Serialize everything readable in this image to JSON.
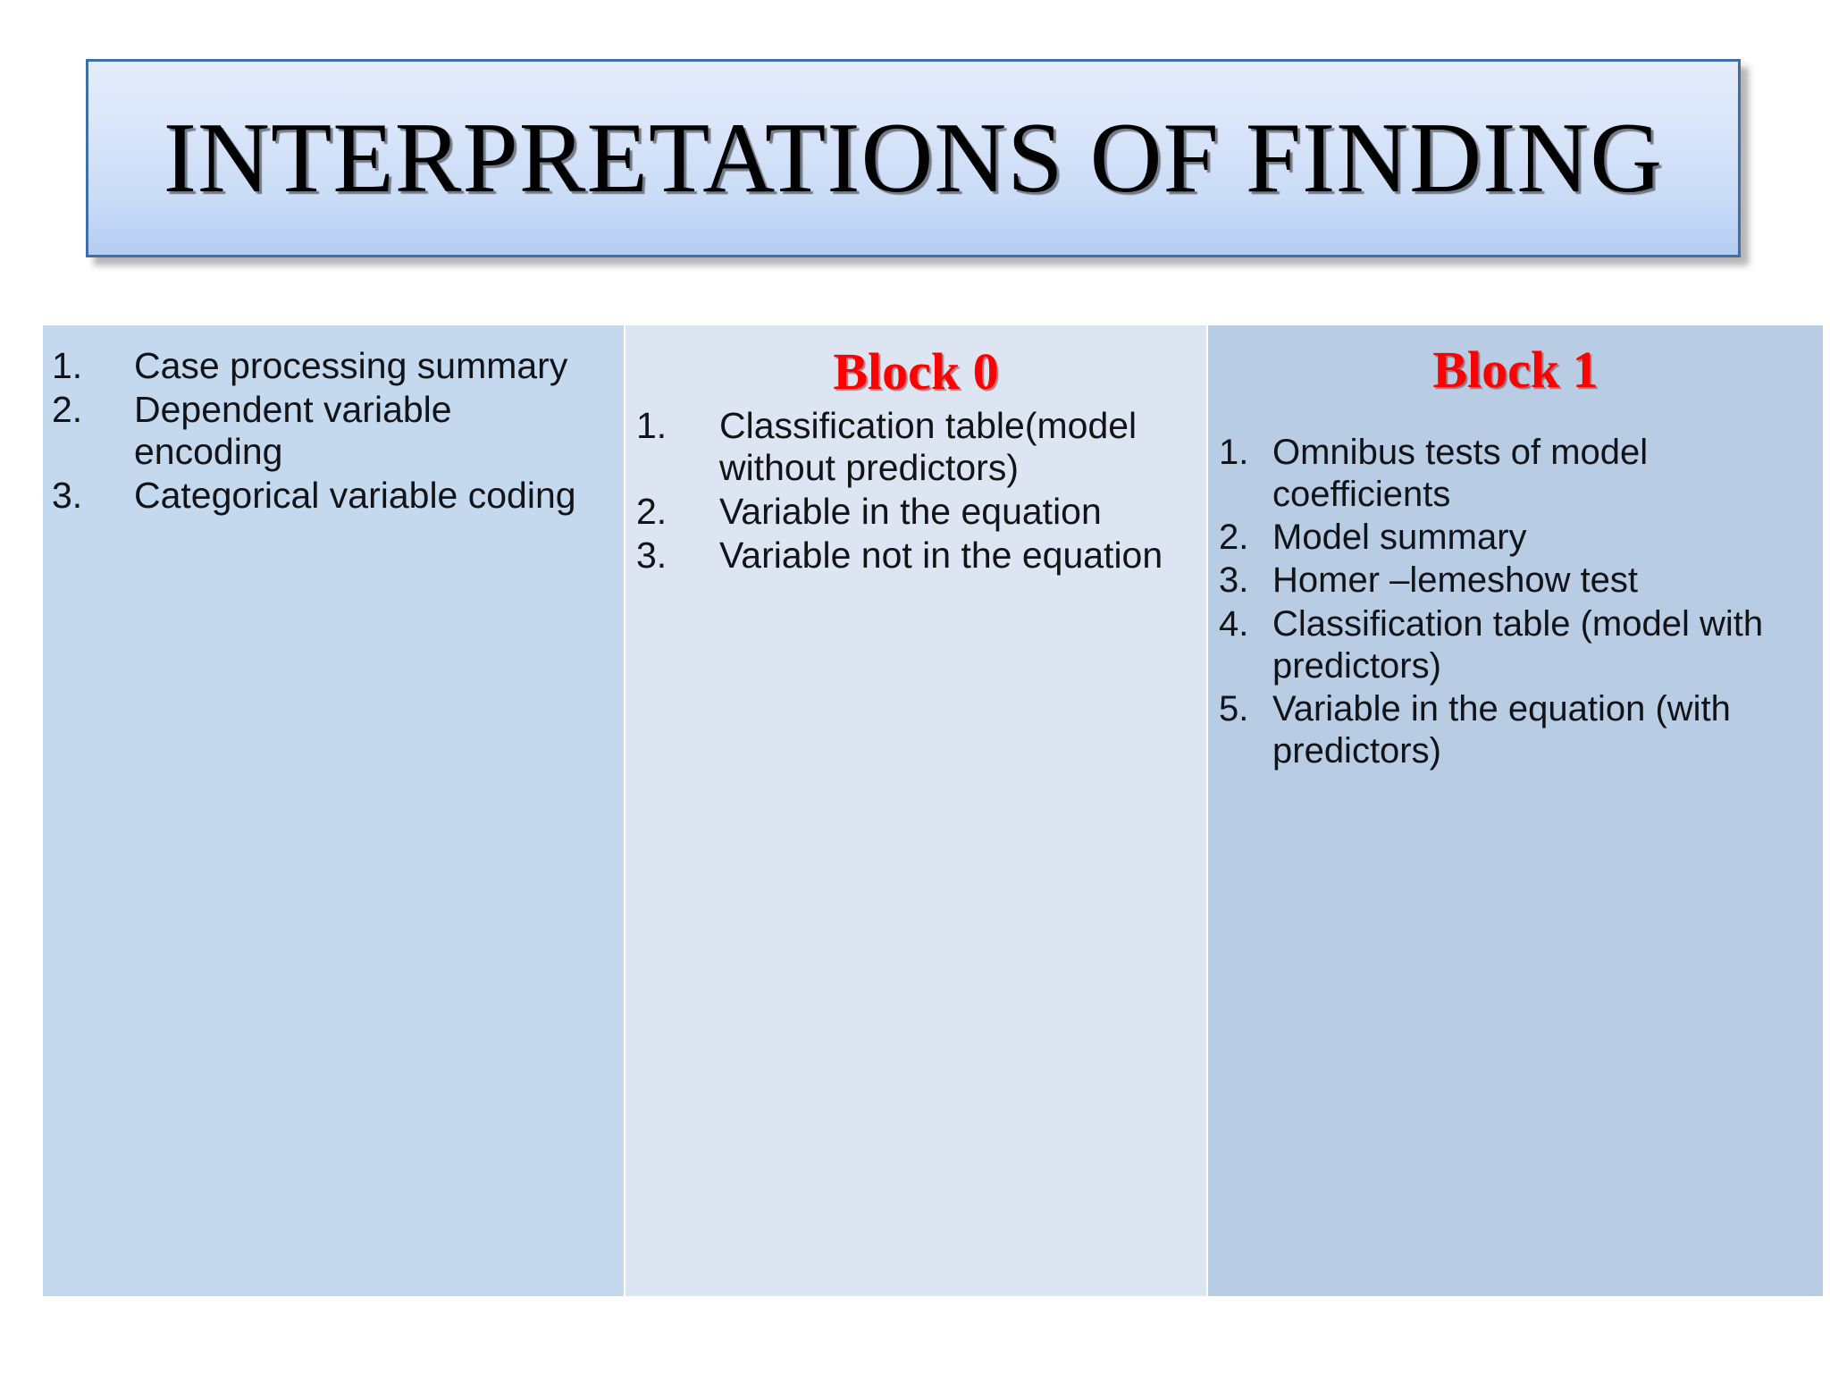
{
  "slide": {
    "title": "INTERPRETATIONS OF FINDING",
    "background_color": "#ffffff",
    "title_border_color": "#3f6fa8",
    "heading_color": "#ff0000"
  },
  "columns": [
    {
      "id": "column-1",
      "heading": "",
      "background_color": "#c5d9ee",
      "items": [
        {
          "number": "1.",
          "text": "Case processing summary"
        },
        {
          "number": "2.",
          "text": "Dependent variable encoding"
        },
        {
          "number": "3.",
          "text": "Categorical variable coding"
        }
      ]
    },
    {
      "id": "column-2",
      "heading": "Block 0",
      "background_color": "#dee5f2",
      "items": [
        {
          "number": "1.",
          "text": "Classification table(model without predictors)"
        },
        {
          "number": "2.",
          "text": "Variable in the equation"
        },
        {
          "number": "3.",
          "text": "Variable not in the equation"
        }
      ]
    },
    {
      "id": "column-3",
      "heading": "Block 1",
      "background_color": "#b8cde4",
      "items": [
        {
          "number": "1.",
          "text": "Omnibus tests of model coefficients"
        },
        {
          "number": "2.",
          "text": "Model summary"
        },
        {
          "number": "3.",
          "text": "Homer –lemeshow test"
        },
        {
          "number": "4.",
          "text": "Classification table (model with predictors)"
        },
        {
          "number": "5.",
          "text": "Variable in the equation (with predictors)"
        }
      ]
    }
  ]
}
